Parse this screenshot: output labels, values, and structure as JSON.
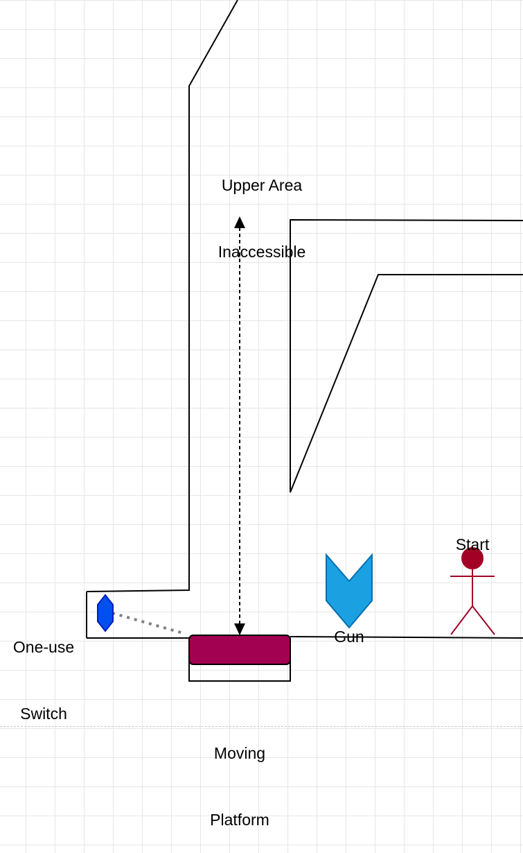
{
  "labels": {
    "upper_area_line1": "Upper Area",
    "upper_area_line2": "Inaccessible",
    "start": "Start",
    "gun": "Gun",
    "switch_line1": "One-use",
    "switch_line2": "Switch",
    "platform_line1": "Moving",
    "platform_line2": "Platform"
  },
  "colors": {
    "wall": "#000000",
    "platform_fill": "#a20050",
    "gun_fill": "#1ba1e2",
    "gun_stroke": "#006eaf",
    "switch_fill": "#0050ef",
    "switch_stroke": "#001dbc",
    "player": "#a20025",
    "connector": "#808080"
  },
  "icons": {
    "player": "stick-figure-icon",
    "gun": "chevron-down-icon",
    "switch": "hexagon-icon"
  }
}
